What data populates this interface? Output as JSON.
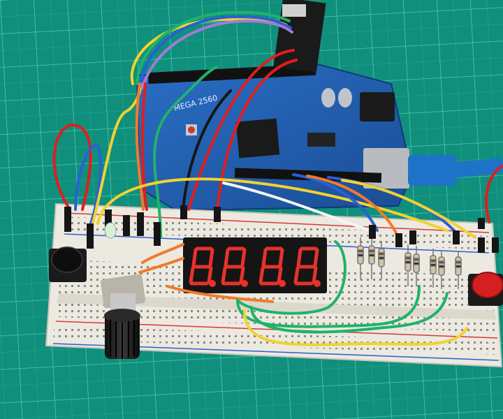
{
  "board": {
    "brand_text": "MEGA 2560"
  },
  "display": {
    "digits": 4,
    "state": "8.8.8.8."
  },
  "colors": {
    "mat": "#0f8f7c",
    "mat_grid": "#6fe0c8",
    "board_blue": "#1f5aa8",
    "breadboard": "#ece9e0",
    "display_red": "#e8322a",
    "wire_red": "#e01e1e",
    "wire_yellow": "#f2d22e",
    "wire_green": "#1fb36a",
    "wire_blue": "#2a5fd6",
    "wire_orange": "#f27a2a",
    "wire_white": "#f4f4f4",
    "usb_cable": "#1e73c8"
  },
  "components": {
    "buttons": [
      "black-pushbutton",
      "red-pushbutton"
    ],
    "potentiometer": "rotary-potentiometer",
    "resistor_count": 8
  }
}
